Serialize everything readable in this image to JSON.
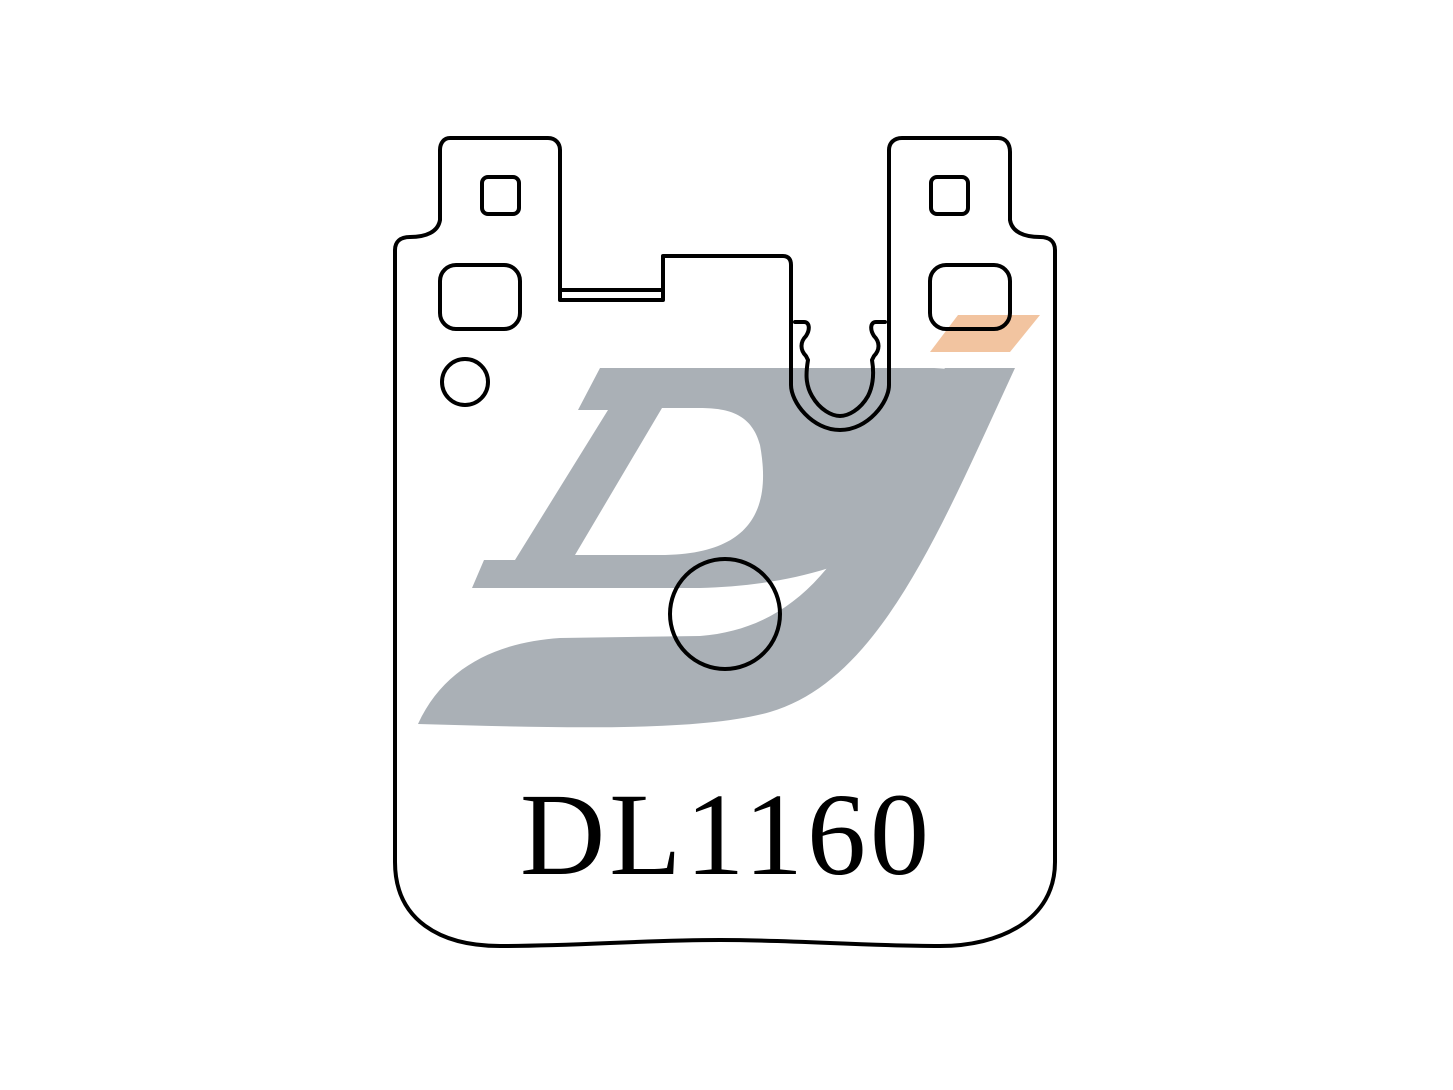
{
  "part": {
    "code": "DL1160"
  },
  "logo": {
    "name": "dj-logo",
    "letters": "DJ",
    "colors": {
      "primary": "#aab0b6",
      "accent": "#f2c4a0"
    }
  },
  "drawing": {
    "stroke_color": "#000000",
    "background": "#ffffff"
  }
}
